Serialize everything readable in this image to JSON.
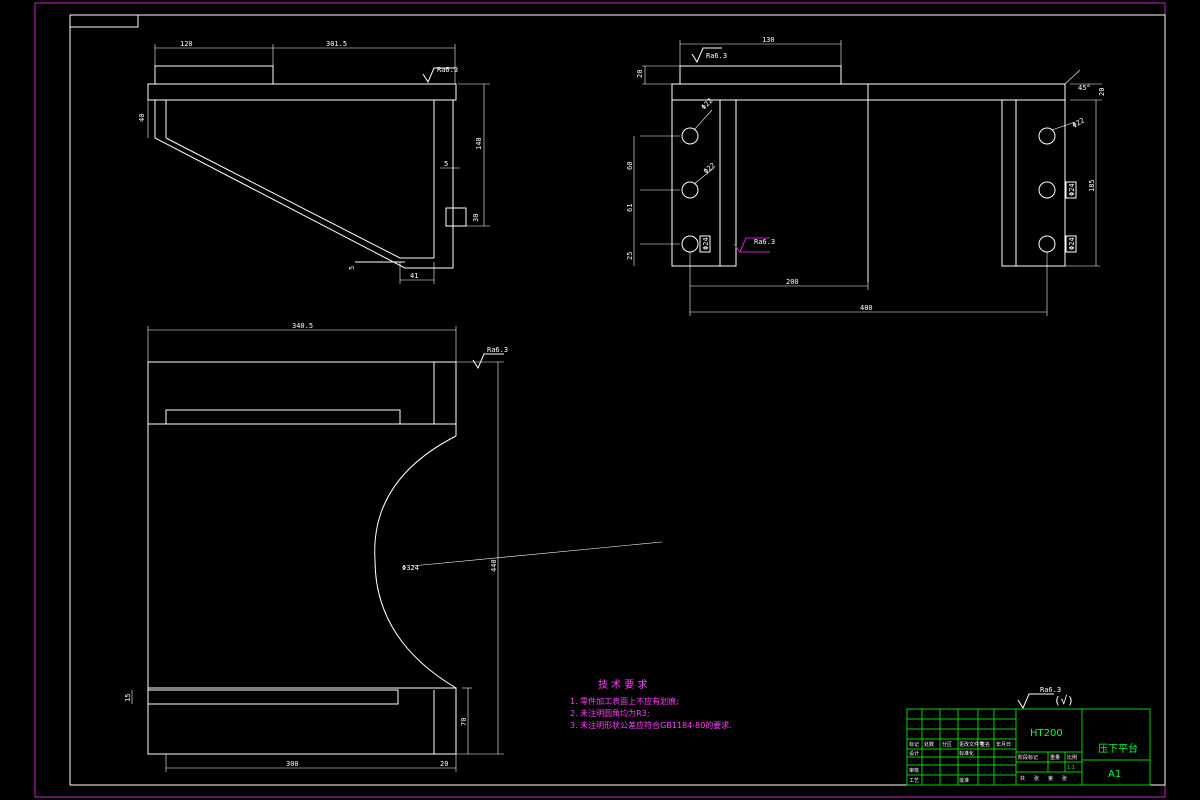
{
  "front_view": {
    "dims": {
      "top_left": "120",
      "top_right": "301.5",
      "left_side": "40",
      "right_side": "140",
      "notch_width": "5",
      "notch_height": "30",
      "bottom_gap": "5",
      "bottom_width": "41"
    },
    "roughness": "Ra6.3"
  },
  "side_view": {
    "dims": {
      "top_width": "130",
      "left_small": "20",
      "right_small": "20",
      "chamfer": "45°",
      "hole_top": "Φ22",
      "hole_mid": "Φ22",
      "hole_right": "Φ22",
      "vert_60": "60",
      "vert_61": "61",
      "vert_25": "25",
      "height_185": "185",
      "depth_left": "Φ24",
      "depth_r1": "Φ24",
      "depth_r2": "Φ24",
      "span_200": "200",
      "span_400": "400"
    },
    "roughness": "Ra6.3"
  },
  "plan_view": {
    "dims": {
      "width_top": "340.5",
      "height_440": "440",
      "radius": "Φ324",
      "bottom_300": "300",
      "bottom_20": "20",
      "right_70": "70",
      "left_15": "15"
    },
    "roughness": "Ra6.3"
  },
  "notes": {
    "title": "技 术 要 求",
    "lines": [
      "1. 零件加工表面上不应有划痕;",
      "2. 未注明圆角均为R3;",
      "3. 未注明形状公差应符合GB1184-80的要求."
    ]
  },
  "general_roughness": "(√)",
  "title_block": {
    "material": "HT200",
    "part_name": "压下平台",
    "sheet_size": "A1",
    "scale": "1:1",
    "labels": [
      "标记",
      "处数",
      "分区",
      "更改文件号",
      "签名",
      "年月日",
      "设计",
      "标准化",
      "阶段标记",
      "重量",
      "比例",
      "审核",
      "工艺",
      "批准",
      "共",
      "张",
      "第",
      "张"
    ]
  },
  "colors": {
    "frame": "#d020d0",
    "lines": "#ffffff",
    "annotation": "#00ff40",
    "notes": "#ff40ff"
  }
}
